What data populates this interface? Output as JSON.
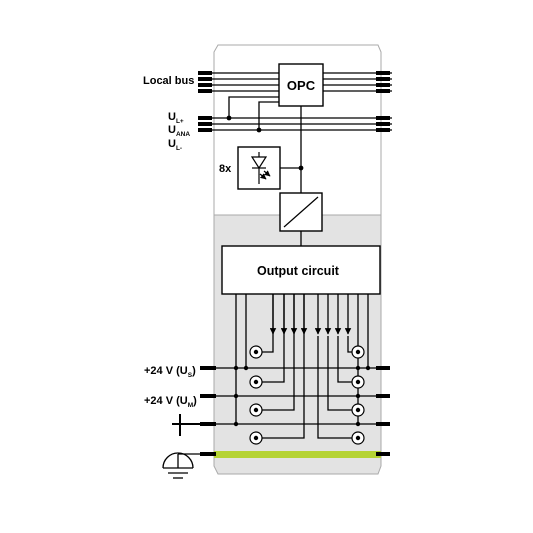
{
  "blocks": {
    "opc_label": "OPC",
    "output_circuit_label": "Output circuit",
    "led_multiplier": "8x"
  },
  "labels": {
    "local_bus": "Local bus",
    "ul_plus": {
      "main": "U",
      "sub": "L+"
    },
    "u_ana": {
      "main": "U",
      "sub": "ANA"
    },
    "ul_minus": {
      "main": "U",
      "sub": "L-"
    },
    "us_supply": {
      "prefix": "+24 V (U",
      "sub": "S",
      "suffix": ")"
    },
    "um_supply": {
      "prefix": "+24 V (U",
      "sub": "M",
      "suffix": ")"
    }
  },
  "icons": {
    "led": "led-diode-icon",
    "converter": "converter-icon",
    "ground": "ground-icon",
    "pe": "protective-earth-icon",
    "terminal": "terminal-point-icon"
  },
  "colors": {
    "housing_shade": "#e3e3e3",
    "housing_outline": "#aaaaaa",
    "pe_rail": "#b5d334",
    "wire": "#000000"
  }
}
